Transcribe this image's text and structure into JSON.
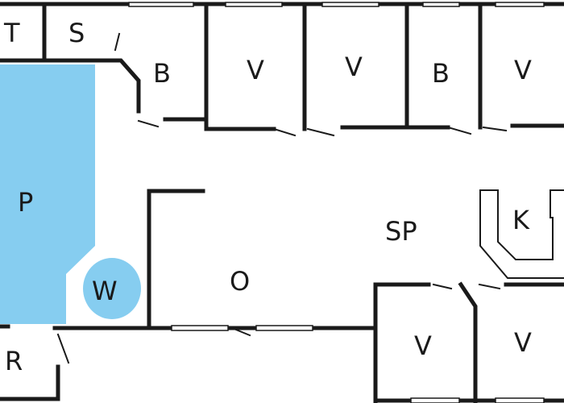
{
  "colors": {
    "wall": "#1a1a1a",
    "water": "#86cdf0",
    "background": "#ffffff"
  },
  "rooms": {
    "t": "T",
    "s": "S",
    "b1": "B",
    "v1": "V",
    "v2": "V",
    "b2": "B",
    "v3": "V",
    "p": "P",
    "k": "K",
    "sp": "SP",
    "o": "O",
    "w": "W",
    "r": "R",
    "v4": "V",
    "v5": "V"
  }
}
